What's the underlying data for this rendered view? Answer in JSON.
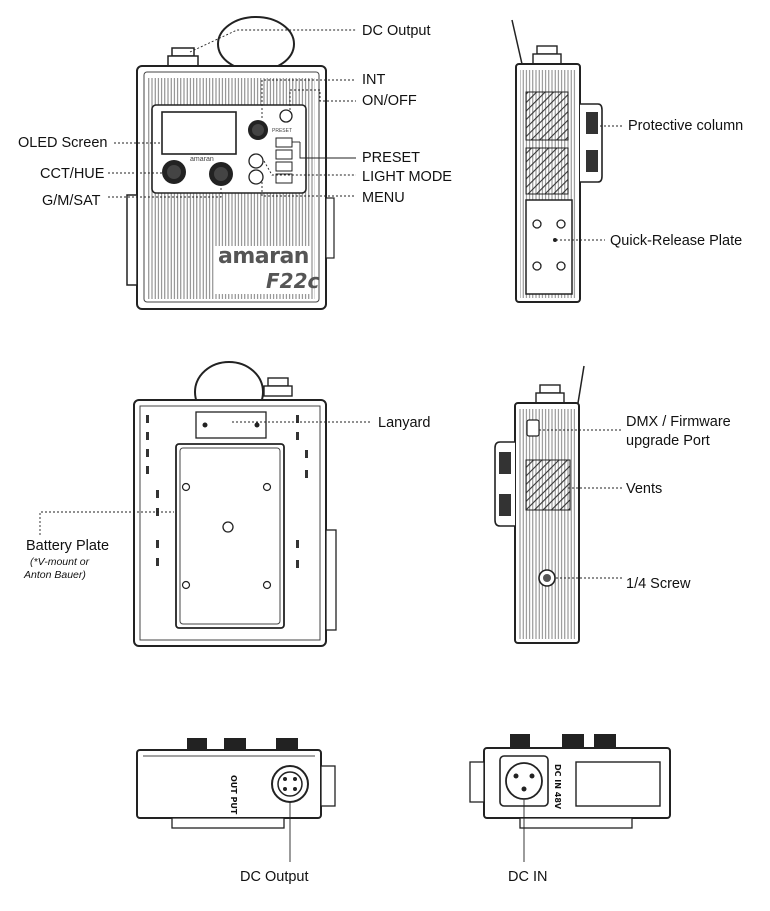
{
  "labels": {
    "dc_output_top": "DC Output",
    "int": "INT",
    "on_off": "ON/OFF",
    "oled_screen": "OLED Screen",
    "preset": "PRESET",
    "cct_hue": "CCT/HUE",
    "light_mode": "LIGHT MODE",
    "g_m_sat": "G/M/SAT",
    "menu": "MENU",
    "protective_column": "Protective column",
    "quick_release_plate": "Quick-Release Plate",
    "lanyard": "Lanyard",
    "battery_plate": "Battery Plate",
    "battery_note_1": "(*V-mount or",
    "battery_note_2": "Anton Bauer)",
    "dmx_port_1": "DMX / Firmware",
    "dmx_port_2": "upgrade Port",
    "vents": "Vents",
    "screw": "1/4 Screw",
    "dc_output_bottom": "DC Output",
    "dc_in": "DC IN"
  },
  "device_markings": {
    "brand_front": "amaran",
    "model": "F22c",
    "panel_brand": "amaran",
    "preset_text": "PRESET",
    "output_port_text": "OUT PUT",
    "dc_in_port_text": "DC IN 48V"
  }
}
